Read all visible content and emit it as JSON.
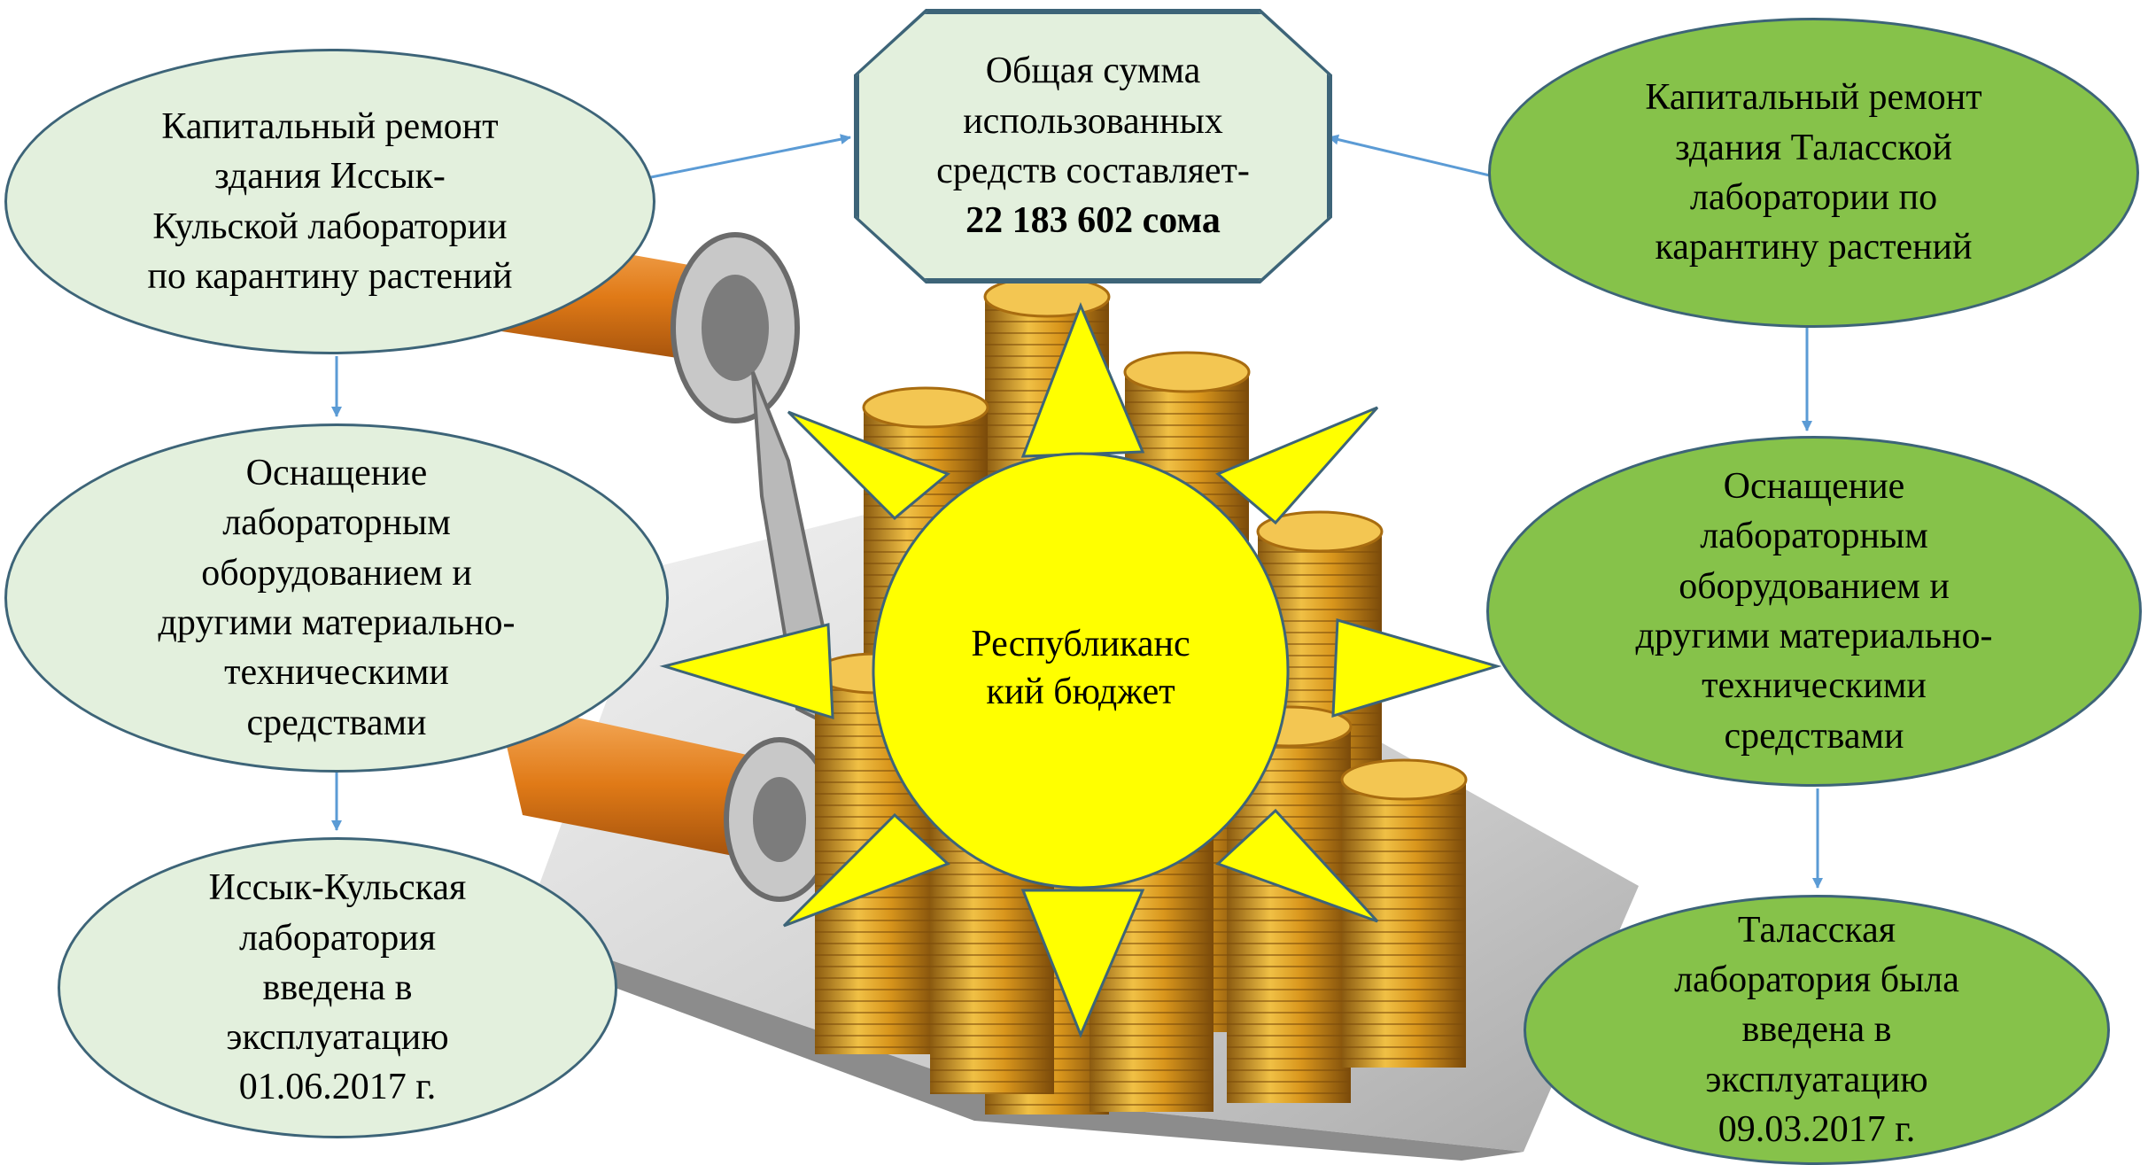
{
  "colors": {
    "light_fill": "#e3f0dd",
    "green_fill": "#86c24a",
    "outline": "#3d6478",
    "arrow": "#5b9bd5",
    "sun": "#ffff00",
    "coins": "#d99a1e",
    "handle": "#e8831c"
  },
  "background_image": "trowel-with-coin-stacks",
  "center": {
    "icon": "sun-icon",
    "lines": [
      "Республиканс",
      "кий бюджет"
    ]
  },
  "total": {
    "lines": [
      "Общая сумма",
      "использованных",
      "средств составляет-"
    ],
    "amount": "22 183 602 сома"
  },
  "left": {
    "repair": {
      "lines": [
        "Капитальный ремонт",
        "здания Иссык-",
        "Кульской лаборатории",
        "по карантину растений"
      ]
    },
    "equipment": {
      "lines": [
        "Оснащение",
        "лабораторным",
        "оборудованием и",
        "другими материально-",
        "техническими",
        "средствами"
      ]
    },
    "commissioned": {
      "lines": [
        "Иссык-Кульская",
        "лаборатория",
        "введена в",
        "эксплуатацию",
        "01.06.2017 г."
      ]
    }
  },
  "right": {
    "repair": {
      "lines": [
        "Капитальный ремонт",
        "здания Таласской",
        "лаборатории по",
        "карантину растений"
      ]
    },
    "equipment": {
      "lines": [
        "Оснащение",
        "лабораторным",
        "оборудованием и",
        "другими материально-",
        "техническими",
        "средствами"
      ]
    },
    "commissioned": {
      "lines": [
        "Таласская",
        "лаборатория была",
        "введена в",
        "эксплуатацию",
        "09.03.2017 г."
      ]
    }
  }
}
